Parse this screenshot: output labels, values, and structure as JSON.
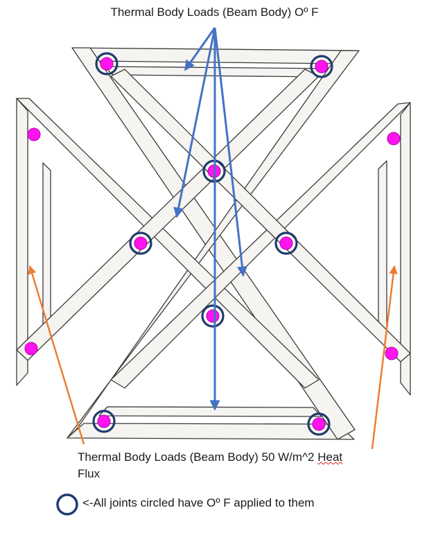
{
  "top_label": "Thermal Body Loads (Beam Body) Oº F",
  "bottom_label_main": "Thermal Body Loads (Beam Body) 50 W/m^2 ",
  "bottom_label_tail": "Heat",
  "bottom_label_line2": "Flux",
  "legend_text": "<-All joints circled have Oº F applied to them",
  "colors": {
    "beam_fill": "#f6f4f0",
    "beam_edge": "#3a3a3a",
    "joint": "#ff14f0",
    "circle": "#1f3b6e",
    "blue_arrow": "#4472c4",
    "orange_arrow": "#ed7d31",
    "squiggle": "#d12222"
  }
}
